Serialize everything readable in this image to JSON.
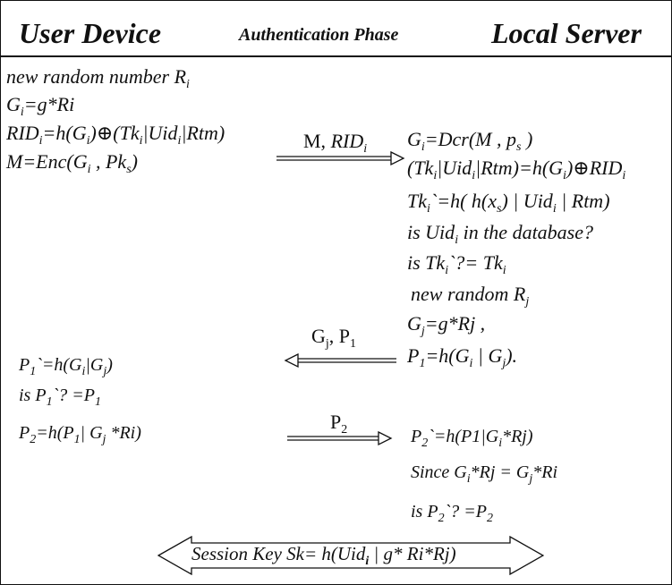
{
  "header": {
    "left": "User Device",
    "center": "Authentication Phase",
    "right": "Local Server"
  },
  "messages": {
    "m1": {
      "a": "M, ",
      "b": "RID",
      "b_sub": "i"
    },
    "m2": {
      "a": "G",
      "a_sub": "j",
      "b": ", P",
      "b_sub": "1"
    },
    "m3": {
      "a": "P",
      "a_sub": "2"
    }
  },
  "user": {
    "l1": {
      "a": "new random number R",
      "a_sub": "i"
    },
    "l2": {
      "a": "G",
      "a_sub": "i",
      "b": "=g*Ri"
    },
    "l3": {
      "a": "RID",
      "a_sub": "i",
      "b": "=h(G",
      "b_sub": "i",
      "c": ")",
      "op": "⊕",
      "d": "(Tk",
      "d_sub": "i",
      "e": "|Uid",
      "e_sub": "i",
      "f": "|Rtm)"
    },
    "l4": {
      "a": "M=Enc(G",
      "a_sub": "i",
      "b": " , Pk",
      "b_sub": "s",
      "c": ")"
    },
    "l5": {
      "a": "P",
      "a_sub": "1",
      "b": "`=h(G",
      "b_sub": "i",
      "c": "|G",
      "c_sub": "j",
      "d": ")"
    },
    "l6": {
      "a": "is P",
      "a_sub": "1",
      "b": "`? =P",
      "b_sub": "1"
    },
    "l7": {
      "a": "P",
      "a_sub": "2",
      "b": "=h(P",
      "b_sub": "1",
      "c": "| G",
      "c_sub": "j",
      "d": " *Ri)"
    }
  },
  "server": {
    "s1": {
      "a": "G",
      "a_sub": "i",
      "b": "=Dcr(M , p",
      "b_sub": "s",
      "c": " )"
    },
    "s2": {
      "a": "(Tk",
      "a_sub": "i",
      "b": "|Uid",
      "b_sub": "i",
      "c": "|Rtm)=h(G",
      "c_sub": "i",
      "d": ")",
      "op": "⊕",
      "e": "RID",
      "e_sub": "i"
    },
    "s3": {
      "a": "Tk",
      "a_sub": "i",
      "b": "`=h( h(x",
      "b_sub": "s",
      "c": ") | Uid",
      "c_sub": "i",
      "d": " | Rtm)"
    },
    "s4": {
      "a": "is Uid",
      "a_sub": "i",
      "b": "  in the database?"
    },
    "s5": {
      "a": "is Tk",
      "a_sub": "i",
      "b": "`?= Tk",
      "b_sub": "i"
    },
    "s6": {
      "a": "new random R",
      "a_sub": "j"
    },
    "s7": {
      "a": "G",
      "a_sub": "j",
      "b": "=g*Rj ,"
    },
    "s8": {
      "a": "P",
      "a_sub": "1",
      "b": "=h(G",
      "b_sub": "i",
      "c": " | G",
      "c_sub": "j",
      "d": ")."
    },
    "s9": {
      "a": "P",
      "a_sub": "2",
      "b": "`=h(P1|G",
      "b_sub": "i",
      "c": "*Rj)"
    },
    "s10": {
      "a": "Since G",
      "a_sub": "i",
      "b": "*Rj = G",
      "b_sub": "j",
      "c": "*Ri"
    },
    "s11": {
      "a": "is P",
      "a_sub": "2",
      "b": "`? =P",
      "b_sub": "2"
    }
  },
  "session_key": {
    "a": "Session Key Sk= h(Uid",
    "a_sub": "i",
    "b": " | g* Ri*Rj)"
  }
}
